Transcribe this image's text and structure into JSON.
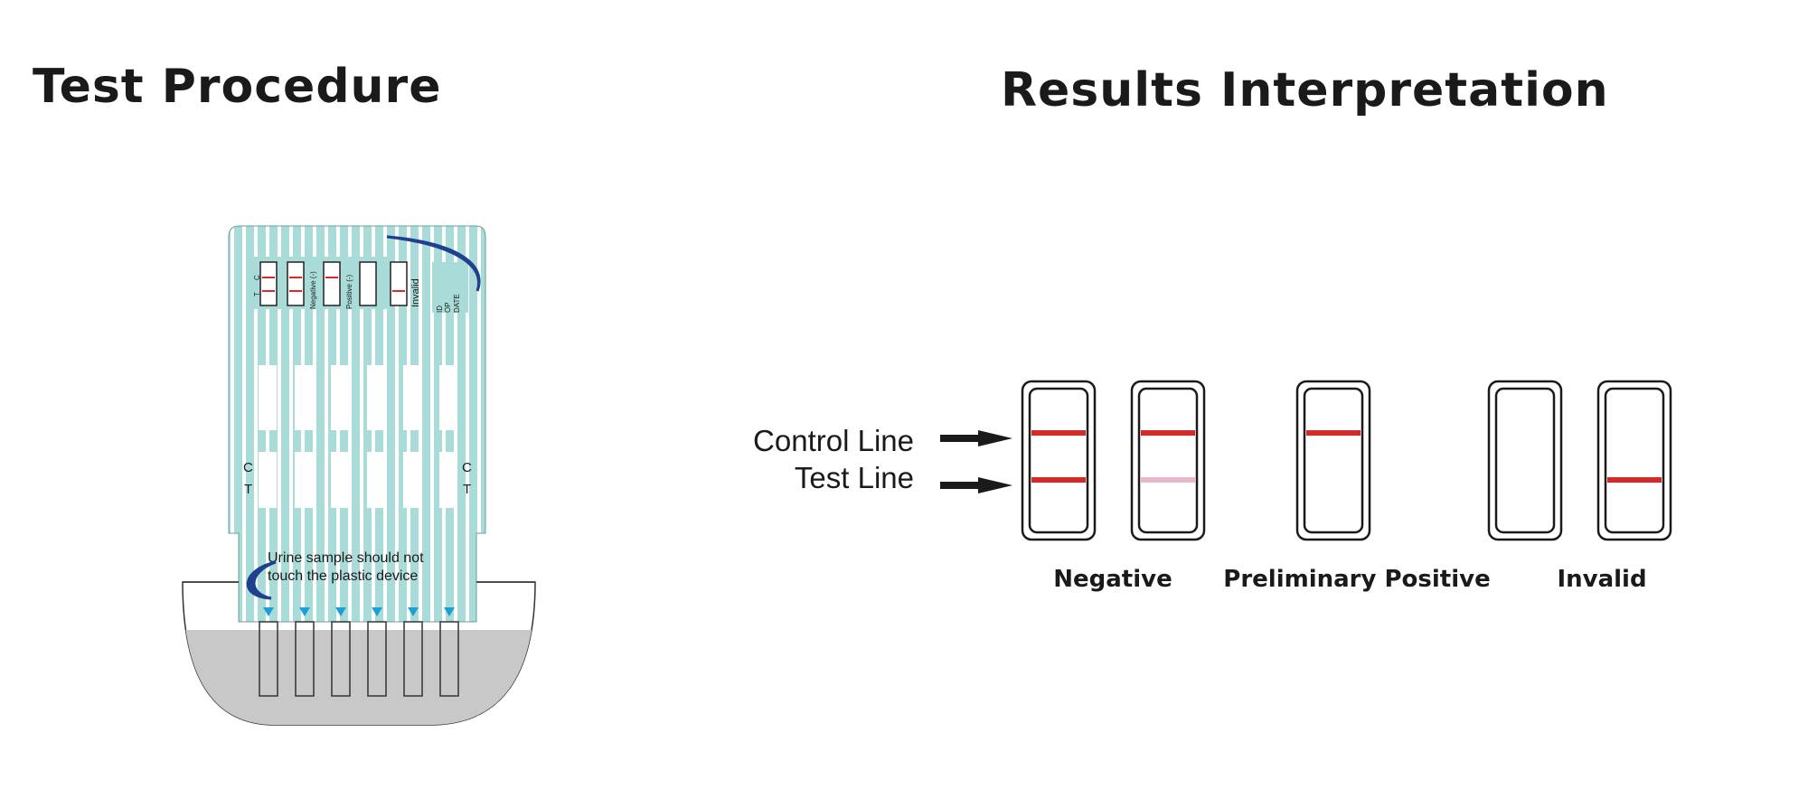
{
  "titles": {
    "left": "Test Procedure",
    "right": "Results Interpretation"
  },
  "device": {
    "header_labels": [
      "T",
      "C",
      "Negative (-)",
      "Positive (-)",
      "Invalid"
    ],
    "side_labels": [
      "ID",
      "OP",
      "DATE"
    ],
    "window_markers": {
      "left_top": "C",
      "left_bottom": "T",
      "right_top": "C",
      "right_bottom": "T"
    },
    "note_line1": "Urine sample should not",
    "note_line2": "touch the plastic device",
    "colors": {
      "strip": "#a9dcd9",
      "stripe": "#ffffff",
      "swoosh": "#1f3f8f",
      "marker": "#1e9fd6",
      "cup_liquid": "#c8c8c8",
      "line_red": "#d62b2b"
    }
  },
  "results": {
    "control_label": "Control Line",
    "test_label": "Test Line",
    "categories": [
      "Negative",
      "Preliminary Positive",
      "Invalid"
    ],
    "colors": {
      "red_line": "#d42a2a",
      "faint_line": "#e8b8cc",
      "border": "#1a1a1a"
    }
  }
}
